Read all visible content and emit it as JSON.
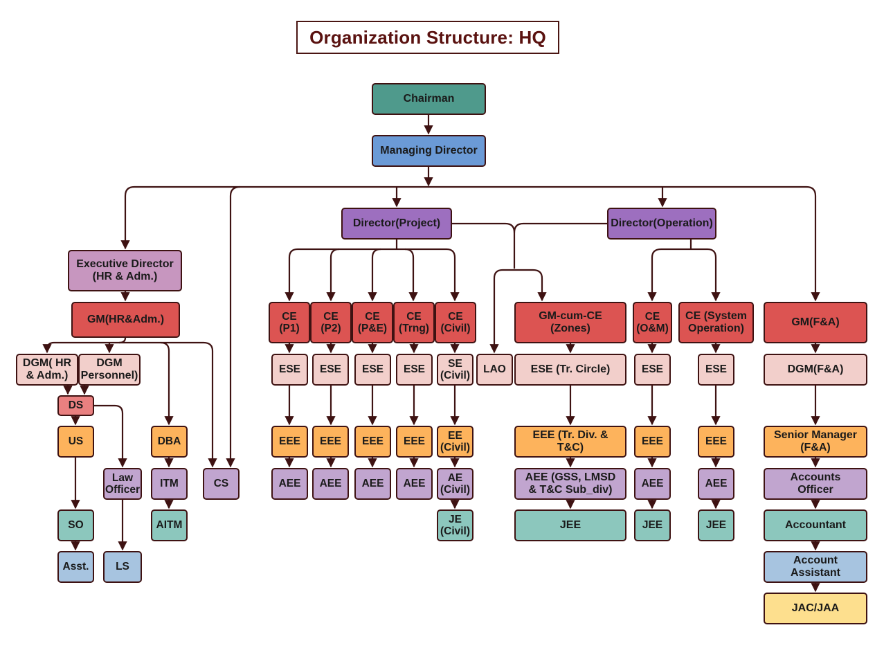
{
  "title": "Organization Structure: HQ",
  "colors": {
    "teal": "#4f9a8c",
    "blue": "#6b9ad6",
    "purple": "#9d6fbf",
    "pink": "#c796bf",
    "red": "#dc5452",
    "lightred": "#e98080",
    "salmon": "#f2cfcb",
    "orange": "#fdb35c",
    "lavender": "#c1a5cf",
    "mint": "#8cc7bd",
    "skyblue": "#a7c4e0",
    "yellow": "#fddf8e",
    "line": "#3e1212"
  },
  "nodes": {
    "chairman": "Chairman",
    "managing_director": "Managing Director",
    "director_project": "Director(Project)",
    "director_operation": "Director(Operation)",
    "executive_director": "Executive Director\n(HR & Adm.)",
    "gm_hr_adm": "GM(HR&Adm.)",
    "dgm_hr_adm": "DGM( HR\n& Adm.)",
    "dgm_personnel": "DGM\nPersonnel)",
    "ds": "DS",
    "us": "US",
    "so": "SO",
    "asst": "Asst.",
    "law_officer": "Law\nOfficer",
    "ls": "LS",
    "dba": "DBA",
    "itm": "ITM",
    "aitm": "AITM",
    "cs": "CS",
    "ce_p1": "CE\n(P1)",
    "ce_p2": "CE\n(P2)",
    "ce_pe": "CE\n(P&E)",
    "ce_trng": "CE\n(Trng)",
    "ce_civil": "CE\n(Civil)",
    "ese_p1": "ESE",
    "ese_p2": "ESE",
    "ese_pe": "ESE",
    "ese_trng": "ESE",
    "se_civil": "SE\n(Civil)",
    "eee_p1": "EEE",
    "eee_p2": "EEE",
    "eee_pe": "EEE",
    "eee_trng": "EEE",
    "ee_civil": "EE\n(Civil)",
    "aee_p1": "AEE",
    "aee_p2": "AEE",
    "aee_pe": "AEE",
    "aee_trng": "AEE",
    "ae_civil": "AE\n(Civil)",
    "je_civil": "JE\n(Civil)",
    "lao": "LAO",
    "gm_ce_zones": "GM-cum-CE\n(Zones)",
    "ese_tr_circle": "ESE (Tr. Circle)",
    "eee_tr_div": "EEE (Tr. Div. &\nT&C)",
    "aee_gss": "AEE (GSS, LMSD\n& T&C Sub_div)",
    "jee_zones": "JEE",
    "ce_om": "CE\n(O&M)",
    "ese_om": "ESE",
    "eee_om": "EEE",
    "aee_om": "AEE",
    "jee_om": "JEE",
    "ce_sysop": "CE (System\nOperation)",
    "ese_sysop": "ESE",
    "eee_sysop": "EEE",
    "aee_sysop": "AEE",
    "jee_sysop": "JEE",
    "gm_fa": "GM(F&A)",
    "dgm_fa": "DGM(F&A)",
    "senior_manager": "Senior Manager\n(F&A)",
    "accounts_officer": "Accounts\nOfficer",
    "accountant": "Accountant",
    "account_assistant": "Account\nAssistant",
    "jac_jaa": "JAC/JAA"
  }
}
